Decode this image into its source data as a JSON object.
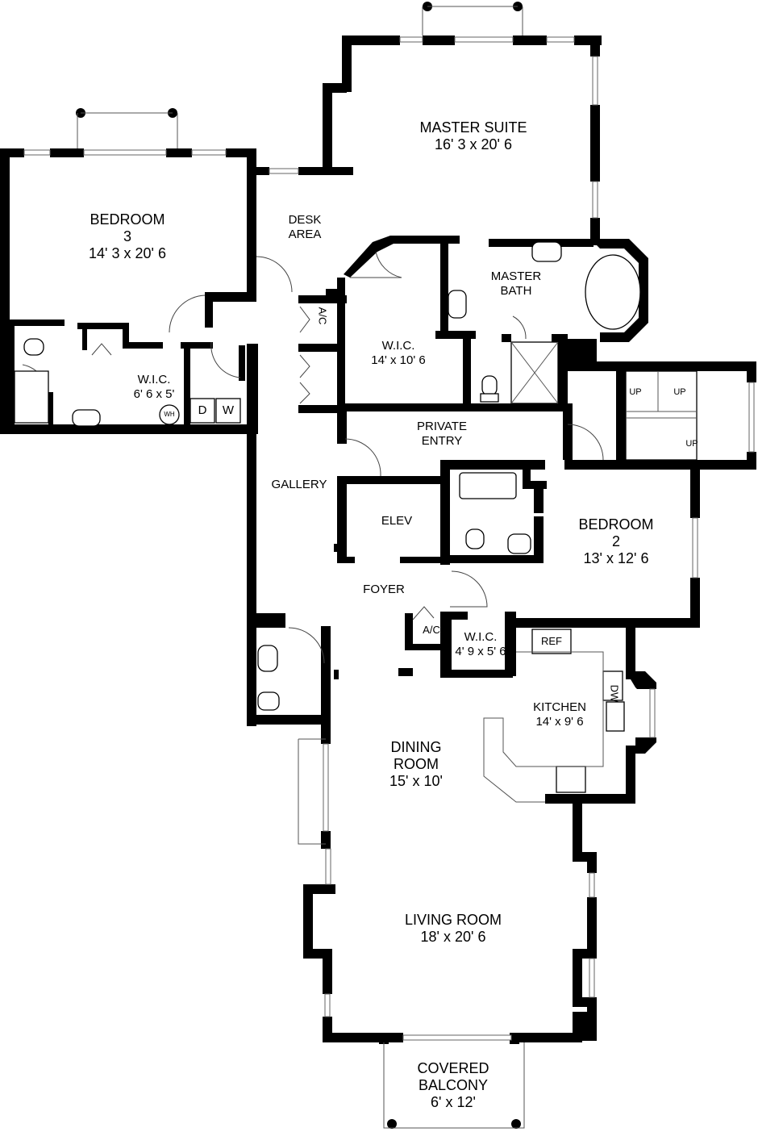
{
  "rooms": {
    "master_suite": {
      "name": "MASTER SUITE",
      "dim": "16' 3 x 20' 6"
    },
    "bedroom3": {
      "name1": "BEDROOM",
      "name2": "3",
      "dim": "14' 3 x 20' 6"
    },
    "desk_area": {
      "name1": "DESK",
      "name2": "AREA"
    },
    "master_bath": {
      "name1": "MASTER",
      "name2": "BATH"
    },
    "wic_master": {
      "name": "W.I.C.",
      "dim": "14' x 10' 6"
    },
    "wic_bed3": {
      "name": "W.I.C.",
      "dim": "6' 6 x 5'"
    },
    "ac_upper": {
      "name": "A/C"
    },
    "private_entry": {
      "name1": "PRIVATE",
      "name2": "ENTRY"
    },
    "gallery": {
      "name": "GALLERY"
    },
    "elev": {
      "name": "ELEV"
    },
    "bedroom2": {
      "name1": "BEDROOM",
      "name2": "2",
      "dim": "13' x 12' 6"
    },
    "foyer": {
      "name": "FOYER"
    },
    "ac_lower": {
      "name": "A/C"
    },
    "wic_lower": {
      "name": "W.I.C.",
      "dim": "4' 9 x 5' 6"
    },
    "kitchen": {
      "name": "KITCHEN",
      "dim": "14' x 9' 6"
    },
    "dining": {
      "name1": "DINING",
      "name2": "ROOM",
      "dim": "15' x 10'"
    },
    "living": {
      "name": "LIVING ROOM",
      "dim": "18' x 20' 6"
    },
    "balcony": {
      "name1": "COVERED",
      "name2": "BALCONY",
      "dim": "6' x 12'"
    }
  },
  "fixtures": {
    "dryer": "D",
    "washer": "W",
    "water_heater": "WH",
    "refrigerator": "REF",
    "dishwasher": "DW",
    "stairs_up1": "UP",
    "stairs_up2": "UP",
    "stairs_up3": "UP"
  }
}
